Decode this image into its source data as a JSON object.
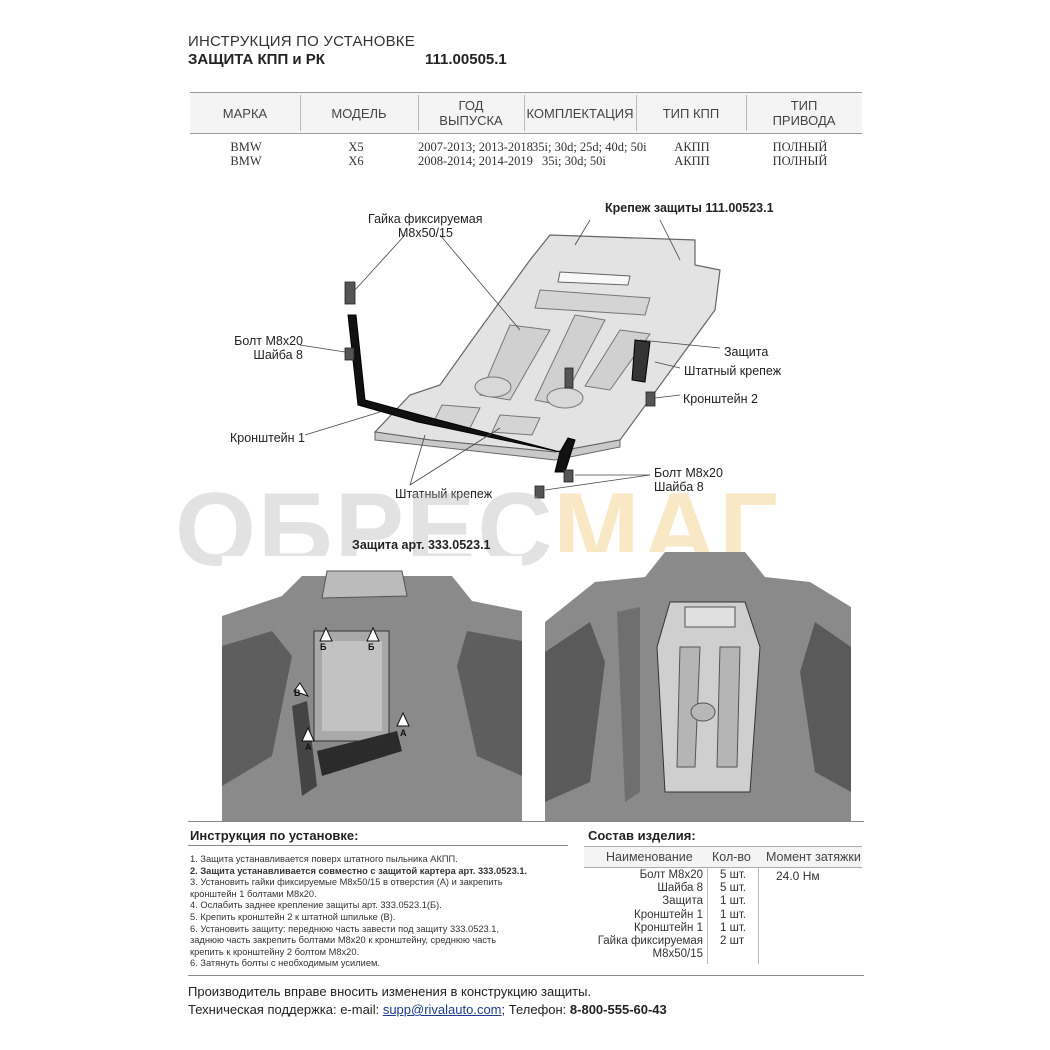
{
  "header": {
    "title": "ИНСТРУКЦИЯ ПО УСТАНОВКЕ",
    "subtitle": "ЗАЩИТА КПП и РК",
    "code": "111.00505.1"
  },
  "vehicle_table": {
    "columns": [
      "МАРКА",
      "МОДЕЛЬ",
      "ГОД ВЫПУСКА",
      "КОМПЛЕКТАЦИЯ",
      "ТИП КПП",
      "ТИП ПРИВОДА"
    ],
    "rows": [
      [
        "BMW",
        "X5",
        "2007-2013; 2013-2018",
        "35i; 30d; 25d; 40d; 50i",
        "АКПП",
        "ПОЛНЫЙ"
      ],
      [
        "BMW",
        "X6",
        "2008-2014; 2014-2019",
        "35i; 30d; 50i",
        "АКПП",
        "ПОЛНЫЙ"
      ]
    ]
  },
  "diagram": {
    "fastener_title": "Крепеж защиты 111.00523.1",
    "labels": {
      "nut_1": "Гайка фиксируемая",
      "nut_2": "M8x50/15",
      "bolt_left_1": "Болт М8х20",
      "bolt_left_2": "Шайба 8",
      "bracket_1": "Кронштейн 1",
      "std_fastener_bottom": "Штатный крепеж",
      "guard": "Защита",
      "std_fastener_right": "Штатный крепеж",
      "bracket_2": "Кронштейн 2",
      "bolt_right_1": "Болт М8х20",
      "bolt_right_2": "Шайба 8"
    }
  },
  "watermark": {
    "part_a": "ОБРЕС",
    "part_b": "МАГ"
  },
  "photos": {
    "caption": "Защита арт. 333.0523.1",
    "marker_a": "А",
    "marker_b": "Б",
    "marker_v": "В"
  },
  "instructions": {
    "heading": "Инструкция по установке:",
    "steps": [
      "1. Защита устанавливается поверх штатного пыльника АКПП.",
      "2. Защита устанавливается совместно с защитой картера арт. 333.0523.1.",
      "3. Установить гайки фиксируемые М8х50/15 в отверстия (А) и закрепить",
      "кронштейн 1 болтами М8х20.",
      "4. Ослабить заднее крепление защиты арт. 333.0523.1(Б).",
      "5. Крепить кронштейн 2 к штатной шпильке (В).",
      "6. Установить защиту: переднюю часть завести под защиту 333.0523.1,",
      "заднюю часть закрепить болтами М8х20 к кронштейну, среднюю часть",
      "крепить к кронштейну 2 болтом М8х20.",
      "6. Затянуть болты с необходимым усилием."
    ]
  },
  "composition": {
    "heading": "Состав изделия:",
    "columns": [
      "Наименование",
      "Кол-во",
      "Момент затяжки"
    ],
    "torque": "24.0 Нм",
    "rows": [
      [
        "Болт М8х20",
        "5 шт."
      ],
      [
        "Шайба 8",
        "5 шт."
      ],
      [
        "Защита",
        "1 шт."
      ],
      [
        "Кронштейн 1",
        "1 шт."
      ],
      [
        "Кронштейн 1",
        "1 шт."
      ],
      [
        "Гайка фиксируемая",
        "2 шт"
      ],
      [
        "M8x50/15",
        ""
      ]
    ]
  },
  "footer": {
    "note": "Производитель вправе вносить изменения в конструкцию защиты.",
    "support_label": "Техническая поддержка:  e-mail: ",
    "email": "supp@rivalauto.com",
    "phone_label": "; Телефон: ",
    "phone": "8-800-555-60-43"
  }
}
